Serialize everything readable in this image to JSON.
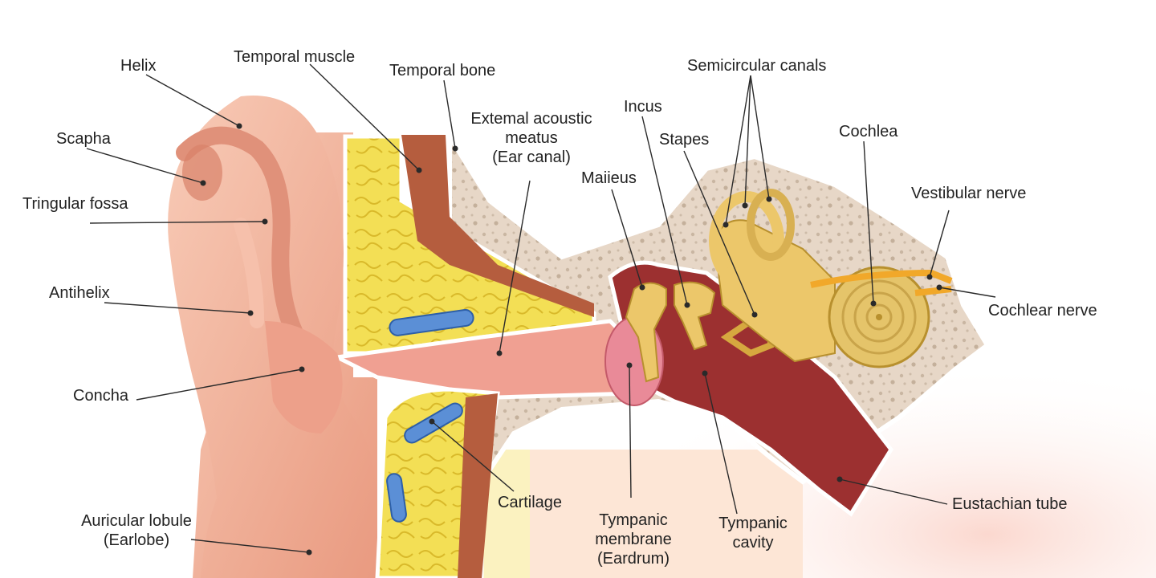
{
  "labels": {
    "helix": "Helix",
    "scapha": "Scapha",
    "triangular_fossa": "Tringular fossa",
    "antihelix": "Antihelix",
    "concha": "Concha",
    "lobule": [
      "Auricular lobule",
      "(Earlobe)"
    ],
    "temporal_muscle": "Temporal muscle",
    "temporal_bone": "Temporal bone",
    "ear_canal": [
      "Extemal acoustic",
      "meatus",
      "(Ear canal)"
    ],
    "malleus": "Maiieus",
    "incus": "Incus",
    "stapes": "Stapes",
    "semicircular_canals": "Semicircular canals",
    "cochlea": "Cochlea",
    "vestibular_nerve": "Vestibular nerve",
    "cochlear_nerve": "Cochlear nerve",
    "cartilage": "Cartilage",
    "tympanic_membrane": [
      "Tympanic",
      "membrane",
      "(Eardrum)"
    ],
    "tympanic_cavity": [
      "Tympanic",
      "cavity"
    ],
    "eustachian_tube": "Eustachian tube"
  },
  "colors": {
    "skin": "#f2b49c",
    "skin_dark": "#d9826a",
    "bone": "#e9d8c8",
    "cartilage_yellow": "#f4e25a",
    "muscle": "#b85a3c",
    "cavity": "#9c3030",
    "ossicle": "#ecc76a",
    "drum": "#e98a98",
    "vessel_blue": "#5b8fd6",
    "nerve": "#f1a82a"
  }
}
